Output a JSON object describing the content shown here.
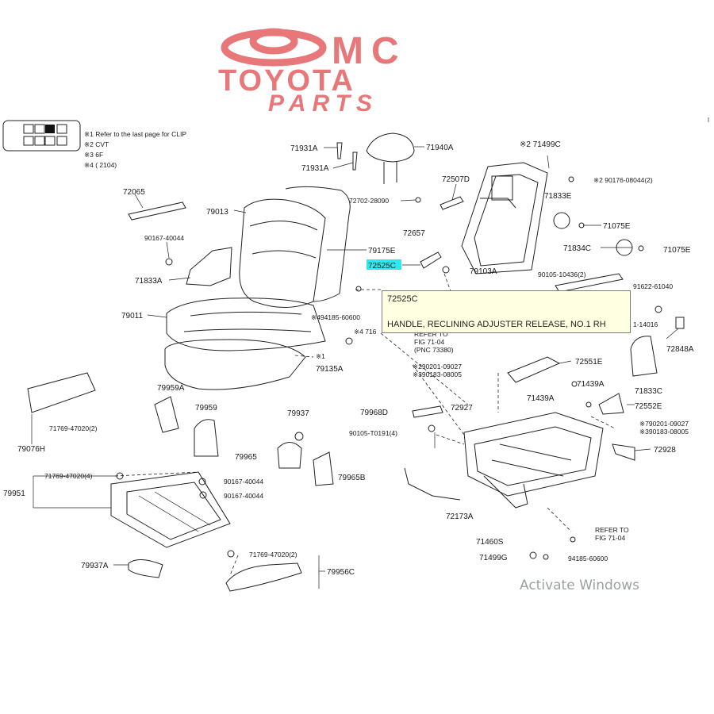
{
  "logo": {
    "line1": "MC",
    "line2": "TOYOTA",
    "line3": "PARTS",
    "color": "#e8777a"
  },
  "notes": [
    "※1 Refer to the last page for CLIP",
    "※2 CVT",
    "※3 6F",
    "※4 (        2104)"
  ],
  "labels": {
    "p71931A_1": "71931A",
    "p71931A_2": "71931A",
    "p71940A": "71940A",
    "p71499C": "※2 71499C",
    "p72065": "72065",
    "p79013": "79013",
    "p72702": "72702-28090",
    "p72507D": "72507D",
    "p90176": "※2 90176-08044(2)",
    "p71833E": "71833E",
    "p71075E_1": "71075E",
    "p72657": "72657",
    "p71834C": "71834C",
    "p71075E_2": "71075E",
    "p90167_a": "90167-40044",
    "p79175E": "79175E",
    "p72525C": "72525C",
    "p79103A": "79103A",
    "p90105_a": "90105-10436(2)",
    "p71833A": "71833A",
    "p91622": "91622-61040",
    "p79011": "79011",
    "p494185": "※494185-60600",
    "p716": "※4 716",
    "p71814016": "1-14016",
    "p72848A": "72848A",
    "p_refer1a": "REFER TO",
    "p_refer1b": "FIG 71-04",
    "p_refer1c": "(PNC 73380)",
    "p79135A": "79135A",
    "p_x1": "※1",
    "p290201": "※290201-09027",
    "p390183": "※390183-08005",
    "p72551E": "72551E",
    "p71833C": "71833C",
    "p71439A_1": "71439A",
    "p71439A_2": "71439A",
    "p79959A": "79959A",
    "p79959": "79959",
    "p79937": "79937",
    "p79968D": "79968D",
    "p72927": "72927",
    "p72552E": "72552E",
    "p71769_a": "71769-47020(2)",
    "p90105_b": "90105-T0191(4)",
    "p790201": "※790201-09027",
    "p390183b": "※390183-08005",
    "p79076H": "79076H",
    "p79965": "79965",
    "p72928": "72928",
    "p71769_b": "71769-47020(4)",
    "p90167_b": "90167-40044",
    "p90167_c": "90167-40044",
    "p79965B": "79965B",
    "p79951": "79951",
    "p72173A": "72173A",
    "p71460S": "71460S",
    "p_refer2a": "REFER TO",
    "p_refer2b": "FIG 71-04",
    "p71769_c": "71769-47020(2)",
    "p79937A": "79937A",
    "p79956C": "79956C",
    "p71499G": "71499G",
    "p94185": "94185-60600"
  },
  "tooltip": {
    "part_no": "72525C",
    "description": "HANDLE, RECLINING ADJUSTER RELEASE, NO.1 RH"
  },
  "watermark": "Activate Windows",
  "colors": {
    "highlight": "#2ee8f0",
    "tooltip_bg": "#ffffe1"
  }
}
